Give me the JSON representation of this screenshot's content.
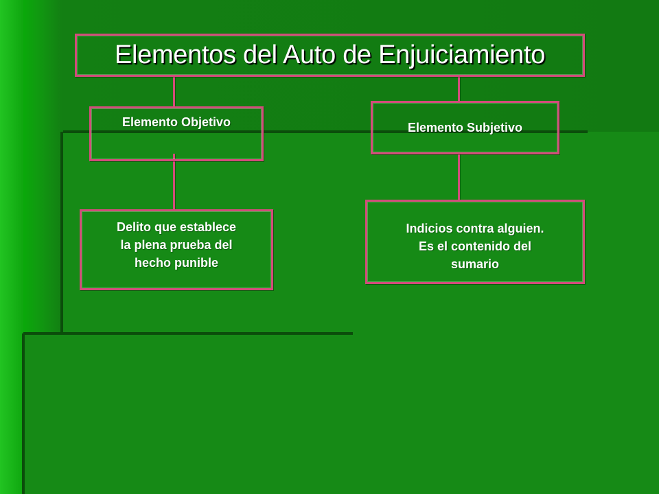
{
  "title": "Elementos del Auto de Enjuiciamiento",
  "objective": {
    "label": "Elemento Objetivo",
    "detail_lines": [
      "Delito que establece",
      "la plena prueba del",
      "hecho punible"
    ]
  },
  "subjective": {
    "label": "Elemento Subjetivo",
    "detail_lines": [
      "Indicios contra alguien.",
      "Es el contenido del",
      "sumario"
    ]
  },
  "colors": {
    "background": "#127a12",
    "border": "#d24d7a",
    "text": "#ffffff"
  }
}
